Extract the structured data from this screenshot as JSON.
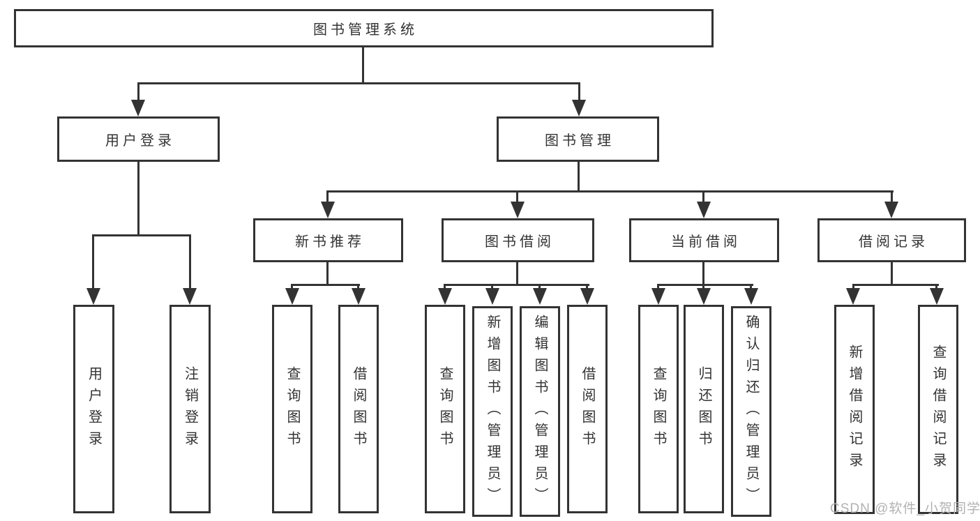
{
  "diagram": {
    "type": "tree",
    "tree": {
      "root": {
        "label": "图书管理系统"
      },
      "children": [
        {
          "label": "用户登录",
          "children": [
            {
              "label": "用户登录"
            },
            {
              "label": "注销登录"
            }
          ]
        },
        {
          "label": "图书管理",
          "children": [
            {
              "label": "新书推荐",
              "children": [
                {
                  "label": "查询图书"
                },
                {
                  "label": "借阅图书"
                }
              ]
            },
            {
              "label": "图书借阅",
              "children": [
                {
                  "label": "查询图书"
                },
                {
                  "label": "新增图书（管理员）"
                },
                {
                  "label": "编辑图书（管理员）"
                },
                {
                  "label": "借阅图书"
                }
              ]
            },
            {
              "label": "当前借阅",
              "children": [
                {
                  "label": "查询图书"
                },
                {
                  "label": "归还图书"
                },
                {
                  "label": "确认归还（管理员）"
                }
              ]
            },
            {
              "label": "借阅记录",
              "children": [
                {
                  "label": "新增借阅记录"
                },
                {
                  "label": "查询借阅记录"
                }
              ]
            }
          ]
        }
      ]
    },
    "colors": {
      "line": "#333333",
      "text": "#333333",
      "background": "#ffffff",
      "watermark": "#b2b2b2"
    }
  },
  "watermark": "CSDN @软件_小贺同学"
}
